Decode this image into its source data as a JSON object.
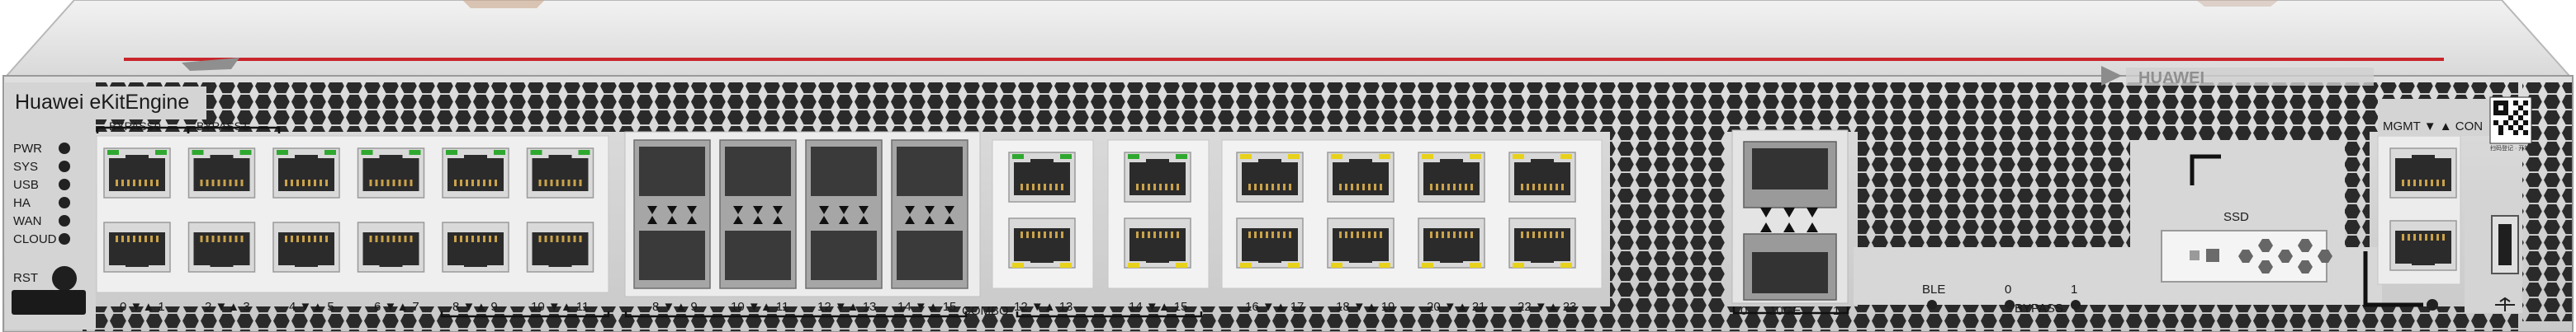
{
  "device": {
    "title": "Huawei eKitEngine",
    "brand_logo_text": "HUAWEI",
    "qr_caption": "扫码登记 · 开箱"
  },
  "status_leds": [
    "PWR",
    "SYS",
    "USB",
    "HA",
    "WAN",
    "CLOUD"
  ],
  "rst_label": "RST",
  "bypass_labels": [
    "BYPASS0",
    "BYPASS1"
  ],
  "port_group_labels": {
    "g1": [
      "0 ▼▲ 1",
      "2 ▼▲ 3",
      "4 ▼▲ 5",
      "6 ▼▲ 7",
      "8 ▼▲ 9",
      "10 ▼▲ 11"
    ],
    "sfp": [
      "8 ▼▲ 9",
      "10 ▼▲ 11",
      "12 ▼▲ 13",
      "14 ▼▲ 15"
    ],
    "combo_rj": [
      "12 ▼▲ 13",
      "14 ▼▲ 15"
    ],
    "g3": [
      "16 ▼▲ 17",
      "18 ▼▲ 19",
      "20 ▼▲ 21",
      "22 ▼▲ 23"
    ]
  },
  "combo_label": "COMBO",
  "tenge": {
    "left": "0",
    "label": "10GE",
    "right": "1"
  },
  "ble_label": "BLE",
  "bypass_led_numbers": [
    "0",
    "1"
  ],
  "bypass_led_label": "BYPASS",
  "ssd_label": "SSD",
  "mgmt_label": "MGMT ▼ ▲ CON",
  "colors": {
    "chassis_face": "#d2d2d2",
    "top_panel": "#e6e6e6",
    "accent_line": "#c8262b",
    "led_green": "#2fa82f",
    "led_yellow": "#e8d21a",
    "port_dark": "#2b2b2b"
  },
  "icons": [
    "qr-code-icon",
    "usb-icon",
    "huawei-logo-icon"
  ]
}
